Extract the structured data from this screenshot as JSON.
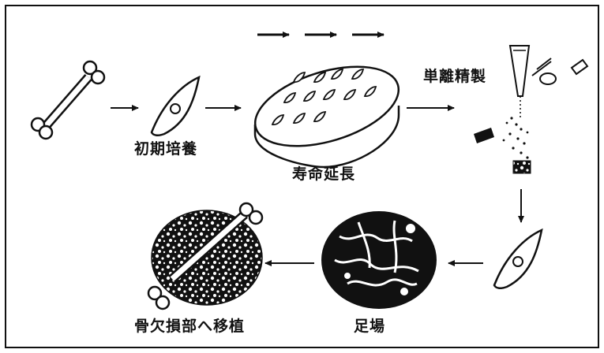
{
  "labels": {
    "initial_culture": "初期培養",
    "life_extension": "寿命延長",
    "isolation_purification": "単離精製",
    "scaffold": "足場",
    "transplant": "骨欠損部へ移植"
  },
  "colors": {
    "ink": "#111111",
    "background": "#ffffff"
  },
  "icons": [
    "bone-icon",
    "cell-icon",
    "culture-dish-icon",
    "pipette-icon",
    "scaffold-icon",
    "bone-graft-icon"
  ]
}
